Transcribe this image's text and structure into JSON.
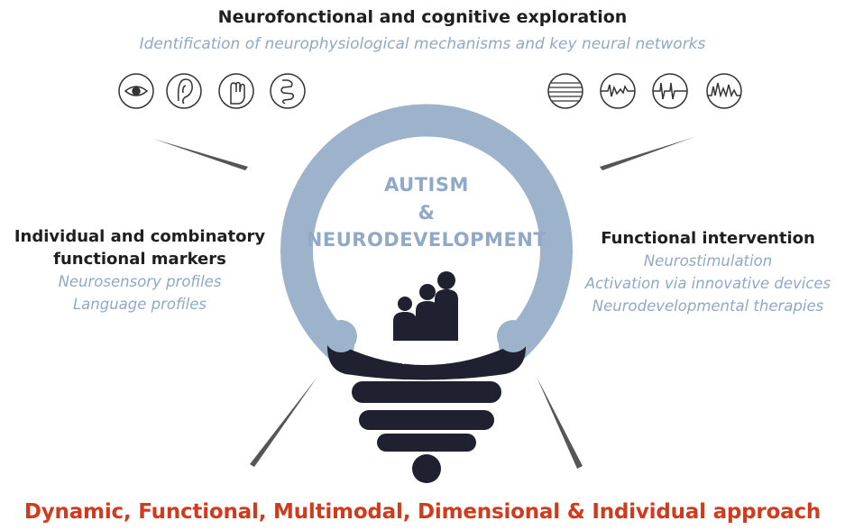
{
  "top": {
    "title": "Neurofonctional and cognitive exploration",
    "subtitle": "Identification of neurophysiological mechanisms and key neural networks",
    "sensory_icons": [
      "eye-icon",
      "ear-icon",
      "touch-hand-icon",
      "gut-icon"
    ],
    "signal_icons": [
      "brain-scan-icon",
      "eeg-wave-icon",
      "heartbeat-icon",
      "signal-wave-icon"
    ]
  },
  "left": {
    "title_line1": "Individual and combinatory",
    "title_line2": "functional markers",
    "items": [
      "Neurosensory profiles",
      "Language profiles"
    ]
  },
  "right": {
    "title": "Functional intervention",
    "items": [
      "Neurostimulation",
      "Activation via innovative devices",
      "Neurodevelopmental therapies"
    ]
  },
  "center": {
    "line1": "AUTISM",
    "line2": "&",
    "line3": "NEURODEVELOPMENT",
    "band_label": "AutisM"
  },
  "bottom": {
    "tagline": "Dynamic, Functional, Multimodal, Dimensional & Individual approach"
  },
  "colors": {
    "ring": "#9db3cc",
    "bulb_dark": "#1f2030",
    "accent_text": "#8fa9c7",
    "tagline": "#d23a1d"
  }
}
